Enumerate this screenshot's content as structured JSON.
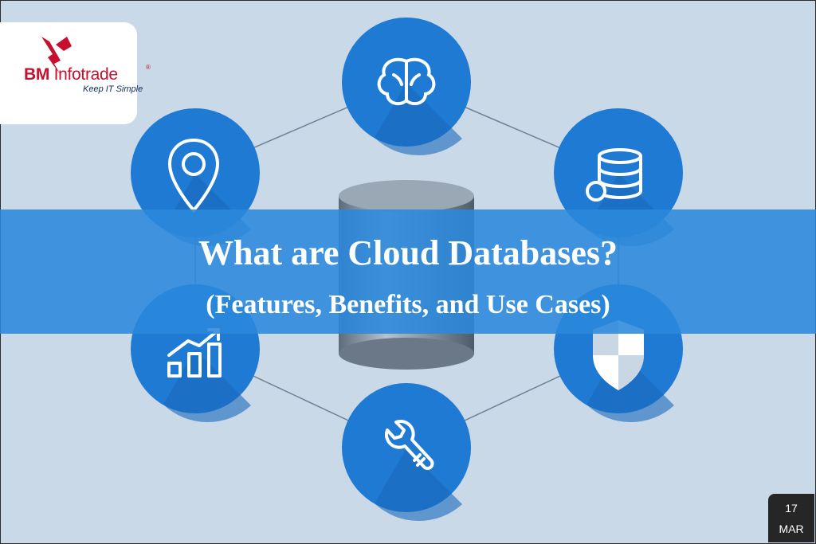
{
  "brand": {
    "name_bold": "BM",
    "name_rest": "Infotrade",
    "registered_mark": "®",
    "tagline": "Keep IT Simple",
    "logo_color": "#c8102e",
    "tagline_color": "#0f2c5c"
  },
  "headline": {
    "line1": "What are Cloud Databases?",
    "line2": "(Features, Benefits, and Use Cases)"
  },
  "date_badge": {
    "day": "17",
    "month": "MAR"
  },
  "illustration": {
    "center": "database-cylinder",
    "icons": [
      "brain-icon",
      "database-sync-icon",
      "shield-icon",
      "wrench-icon",
      "growth-chart-icon",
      "location-pin-icon"
    ]
  },
  "colors": {
    "background": "#c9d9e8",
    "circle": "#1f7ad4",
    "banner": "#2b89dc"
  }
}
